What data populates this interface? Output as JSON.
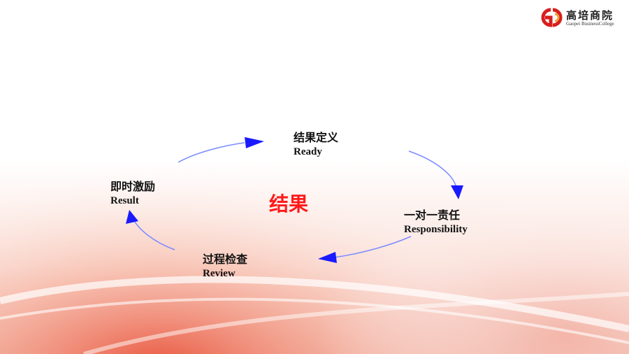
{
  "logo": {
    "cn_name": "高培商院",
    "en_name": "Gaopei BusinessCollege"
  },
  "center_label": "结果",
  "nodes": {
    "ready": {
      "zh": "结果定义",
      "en": "Ready"
    },
    "responsibility": {
      "zh": "一对一责任",
      "en": "Responsibility"
    },
    "review": {
      "zh": "过程检查",
      "en": "Review"
    },
    "result": {
      "zh": "即时激励",
      "en": "Result"
    }
  },
  "colors": {
    "arrow": "#1a1aff",
    "arrow_line": "#7a8cff",
    "center": "#ff1a1a",
    "logo_red": "#d81e1e"
  }
}
